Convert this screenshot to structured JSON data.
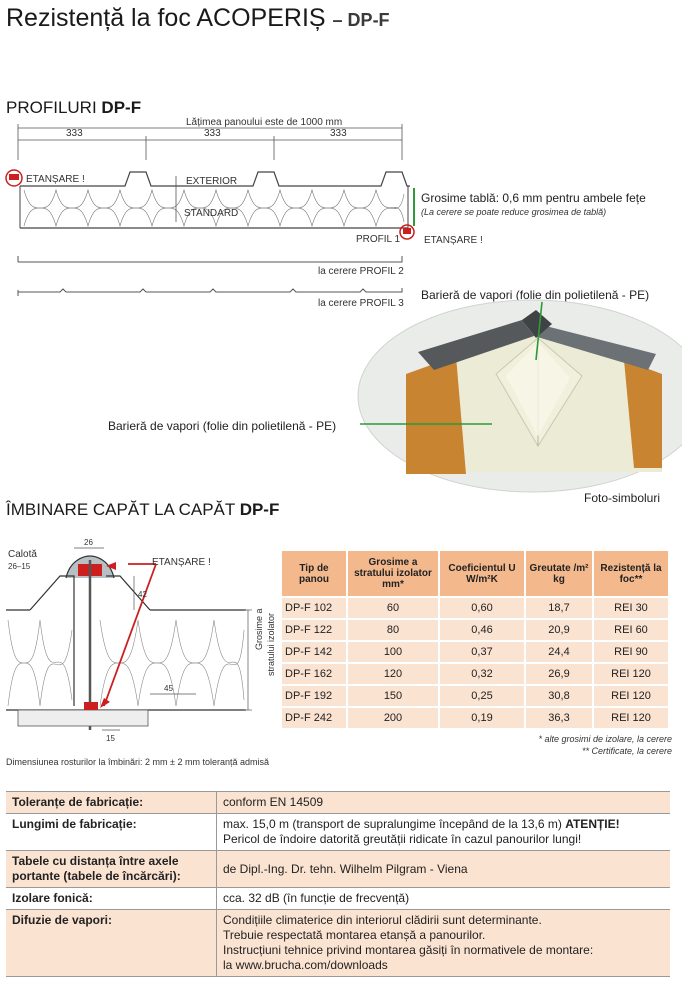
{
  "title": {
    "main": "Rezistență la foc ACOPERIȘ",
    "suffix": "– DP-F"
  },
  "profiles": {
    "heading": "PROFILURI",
    "heading_bold": "DP-F",
    "panel_width": "Lățimea panoului este de 1000 mm",
    "dim_1": "333",
    "dim_2": "333",
    "dim_3": "333",
    "seal_left": "ETANȘARE !",
    "exterior": "EXTERIOR",
    "standard": "STANDARD",
    "profil1": "PROFIL 1",
    "seal_right": "ETANȘARE !",
    "thickness": "Grosime tablă: 0,6 mm pentru ambele fețe",
    "thickness_note": "(La cerere se poate reduce grosimea de tablă)",
    "profil2": "la cerere PROFIL 2",
    "profil3": "la cerere PROFIL 3",
    "vapor_top": "Barieră de vapori (folie din polietilenă - PE)",
    "vapor_left": "Barieră de vapori (folie din polietilenă - PE)",
    "photo_caption": "Foto-simboluri"
  },
  "joint": {
    "heading": "ÎMBINARE CAPĂT LA CAPĂT",
    "heading_bold": "DP-F",
    "calota": "Calotă",
    "calota_dim": "26–15",
    "dim_top": "26",
    "seal": "ETANȘARE !",
    "dim_42": "42",
    "thickness_label_1": "Grosime a",
    "thickness_label_2": "stratului izolator",
    "dim_45": "45",
    "dim_15": "15",
    "joint_note": "Dimensiunea rosturilor la îmbinări: 2 mm ± 2 mm toleranță admisă"
  },
  "spec_table": {
    "headers": [
      "Tip de panou",
      "Grosime a stratului izolator mm*",
      "Coeficientul U W/m²K",
      "Greutate /m² kg",
      "Rezistență la foc**"
    ],
    "rows": [
      [
        "DP-F 102",
        "60",
        "0,60",
        "18,7",
        "REI 30"
      ],
      [
        "DP-F 122",
        "80",
        "0,46",
        "20,9",
        "REI 60"
      ],
      [
        "DP-F 142",
        "100",
        "0,37",
        "24,4",
        "REI 90"
      ],
      [
        "DP-F 162",
        "120",
        "0,32",
        "26,9",
        "REI 120"
      ],
      [
        "DP-F 192",
        "150",
        "0,25",
        "30,8",
        "REI 120"
      ],
      [
        "DP-F 242",
        "200",
        "0,19",
        "36,3",
        "REI 120"
      ]
    ],
    "note1": "* alte grosimi de izolare, la cerere",
    "note2": "** Certificate, la cerere"
  },
  "info_table": {
    "tol_key": "Toleranțe de fabricație:",
    "tol_val": "conform EN 14509",
    "len_key": "Lungimi de fabricație:",
    "len_val_1": "max. 15,0 m (transport de supralungime începând de la 13,6 m)",
    "len_val_atn": "ATENȚIE!",
    "len_val_2": "Pericol de îndoire datorită greutății ridicate în cazul panourilor lungi!",
    "tab_key": "Tabele cu distanța între axele portante (tabele de încărcări):",
    "tab_val": "de Dipl.-Ing. Dr. tehn. Wilhelm Pilgram - Viena",
    "sound_key": "Izolare fonică:",
    "sound_val": "cca. 32 dB (în funcție de frecvență)",
    "vap_key": "Difuzie de vapori:",
    "vap_val_1": "Condițiile climaterice din interiorul clădirii sunt determinante.",
    "vap_val_2": "Trebuie respectată montarea etanșă a panourilor.",
    "vap_val_3": "Instrucțiuni tehnice privind montarea găsiți în normativele de montare:",
    "vap_val_4": "la www.brucha.com/downloads"
  },
  "colors": {
    "table_header": "#f3b98d",
    "table_row": "#fbe3d2",
    "seal_red": "#cc1f1f",
    "leader_green": "#2e9a3a"
  }
}
